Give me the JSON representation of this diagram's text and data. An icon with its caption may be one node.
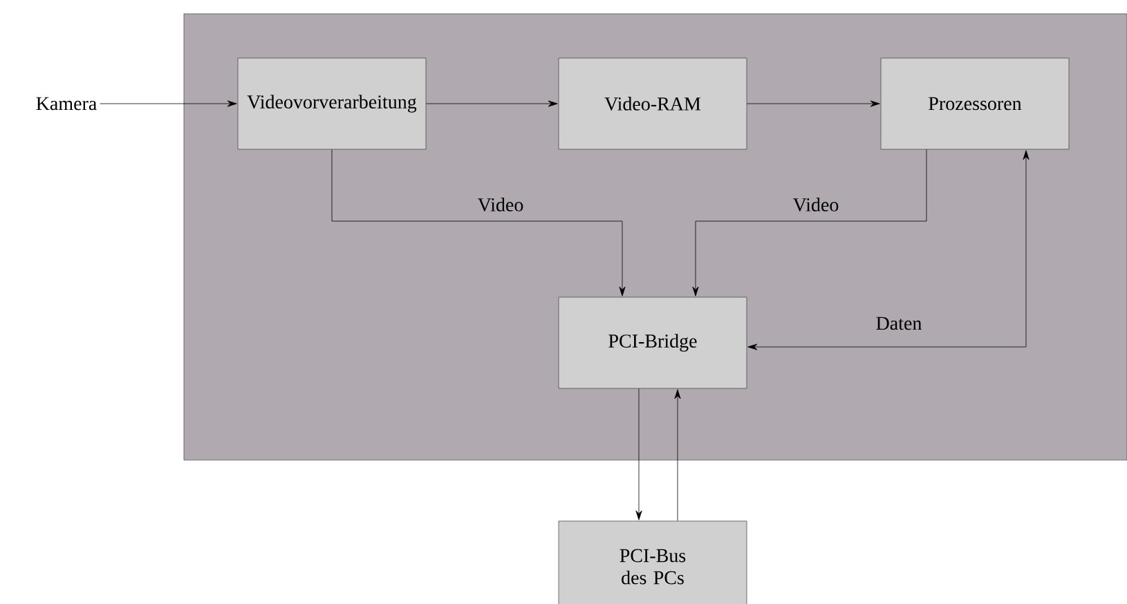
{
  "diagram": {
    "nodes": [
      {
        "text": [],
        "shape": "box"
      },
      {
        "text": [
          "Kamera"
        ]
      },
      {
        "text": [
          "Videovorverarbeitung"
        ],
        "in": 0
      },
      {
        "text": [
          "Video-RAM"
        ],
        "in": 0
      },
      {
        "text": [
          "Prozessoren"
        ],
        "in": 0
      },
      {
        "text": [
          "PCI-Bridge"
        ],
        "in": 0
      },
      {
        "text": [
          "PCI-Bus des PCs"
        ]
      }
    ],
    "edges": [
      {
        "from": 1,
        "to": 2,
        "arrow": "to"
      },
      {
        "from": 2,
        "to": 3,
        "arrow": "to"
      },
      {
        "from": 3,
        "to": 4,
        "arrow": "to"
      },
      {
        "from": 2,
        "to": 5,
        "arrow": "to",
        "label": "Video"
      },
      {
        "from": 4,
        "to": 5,
        "arrow": "to",
        "label": "Video"
      },
      {
        "from": 5,
        "to": 4,
        "arrow": "both",
        "label": "Daten"
      },
      {
        "from": 5,
        "to": 6,
        "arrow": "to"
      },
      {
        "from": 6,
        "to": 5,
        "arrow": "to"
      }
    ]
  }
}
